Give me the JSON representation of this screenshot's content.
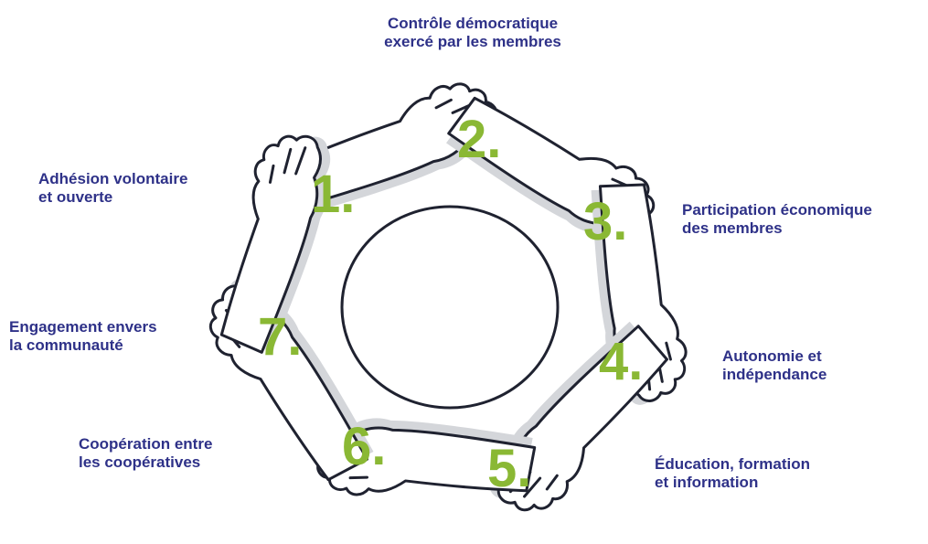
{
  "diagram": {
    "colors": {
      "label": "#2e3188",
      "number": "#8ab834",
      "outline": "#1f2230",
      "shadow": "#d4d6da"
    },
    "principles": [
      {
        "number": "1.",
        "lines": [
          "Adhésion volontaire",
          "et ouverte"
        ]
      },
      {
        "number": "2.",
        "lines": [
          "Contrôle démocratique",
          "exercé par les membres"
        ]
      },
      {
        "number": "3.",
        "lines": [
          "Participation économique",
          "des membres"
        ]
      },
      {
        "number": "4.",
        "lines": [
          "Autonomie et",
          "indépendance"
        ]
      },
      {
        "number": "5.",
        "lines": [
          "Éducation, formation",
          "et information"
        ]
      },
      {
        "number": "6.",
        "lines": [
          "Coopération entre",
          "les coopératives"
        ]
      },
      {
        "number": "7.",
        "lines": [
          "Engagement envers",
          "la communauté"
        ]
      }
    ]
  }
}
